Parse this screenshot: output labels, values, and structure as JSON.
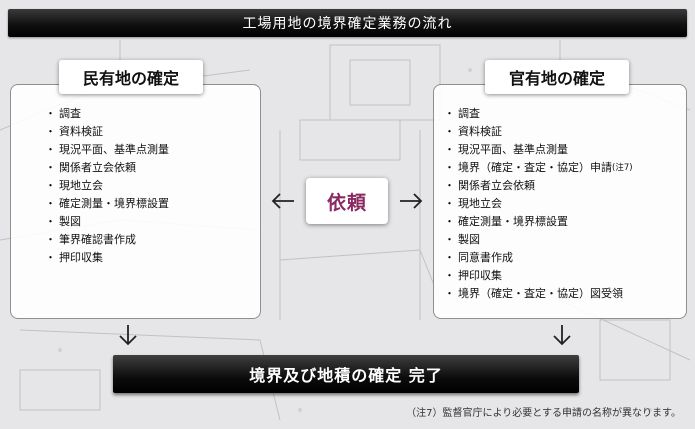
{
  "header": {
    "title": "工場用地の境界確定業務の流れ"
  },
  "left_panel": {
    "title": "民有地の確定",
    "bullet": "・",
    "items": [
      "調査",
      "資料検証",
      "現況平面、基準点測量",
      "関係者立会依頼",
      "現地立会",
      "確定測量・境界標設置",
      "製図",
      "筆界確認書作成",
      "押印収集"
    ]
  },
  "right_panel": {
    "title": "官有地の確定",
    "bullet": "・",
    "items": [
      "調査",
      "資料検証",
      "現況平面、基準点測量",
      "境界（確定・査定・協定）申請",
      "関係者立会依頼",
      "現地立会",
      "確定測量・境界標設置",
      "製図",
      "同意書作成",
      "押印収集",
      "境界（確定・査定・協定）図受領"
    ],
    "item3_note": "(注7)"
  },
  "center": {
    "label": "依頼"
  },
  "bottom": {
    "label": "境界及び地積の確定 完了"
  },
  "footnote": "（注7）監督官庁により必要とする申請の名称が異なります。",
  "colors": {
    "header_bg": "#111111",
    "center_label": "#8b2a62",
    "panel_border": "#8f8f8f"
  }
}
